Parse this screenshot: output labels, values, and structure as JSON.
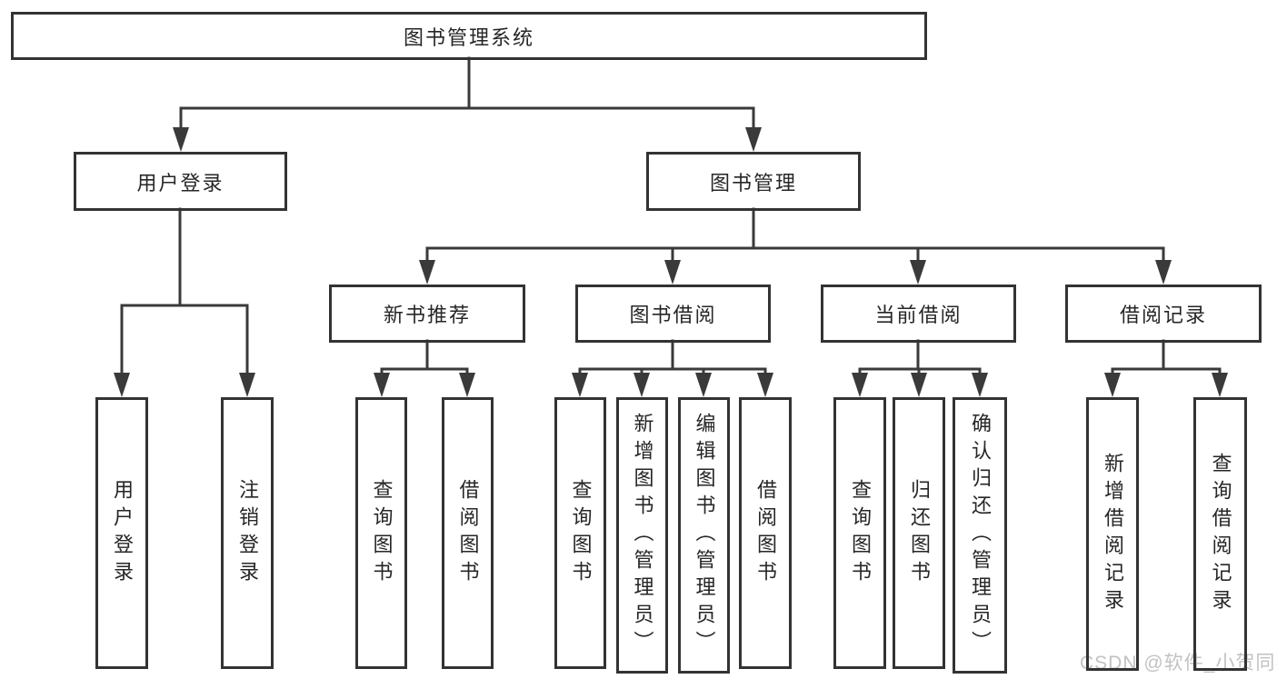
{
  "diagram": {
    "watermark": "CSDN @软件_小贺同学",
    "colors": {
      "line": "#3a3a3a",
      "box_border": "#333333",
      "text": "#262626",
      "watermark": "#c2c2c2",
      "background": "#ffffff"
    },
    "tree": {
      "label": "图书管理系统",
      "children": [
        {
          "label": "用户登录",
          "children": [
            {
              "label": "用户登录"
            },
            {
              "label": "注销登录"
            }
          ]
        },
        {
          "label": "图书管理",
          "children": [
            {
              "label": "新书推荐",
              "children": [
                {
                  "label": "查询图书"
                },
                {
                  "label": "借阅图书"
                }
              ]
            },
            {
              "label": "图书借阅",
              "children": [
                {
                  "label": "查询图书"
                },
                {
                  "label": "新增图书（管理员）"
                },
                {
                  "label": "编辑图书（管理员）"
                },
                {
                  "label": "借阅图书"
                }
              ]
            },
            {
              "label": "当前借阅",
              "children": [
                {
                  "label": "查询图书"
                },
                {
                  "label": "归还图书"
                },
                {
                  "label": "确认归还（管理员）"
                }
              ]
            },
            {
              "label": "借阅记录",
              "children": [
                {
                  "label": "新增借阅记录"
                },
                {
                  "label": "查询借阅记录"
                }
              ]
            }
          ]
        }
      ]
    }
  }
}
